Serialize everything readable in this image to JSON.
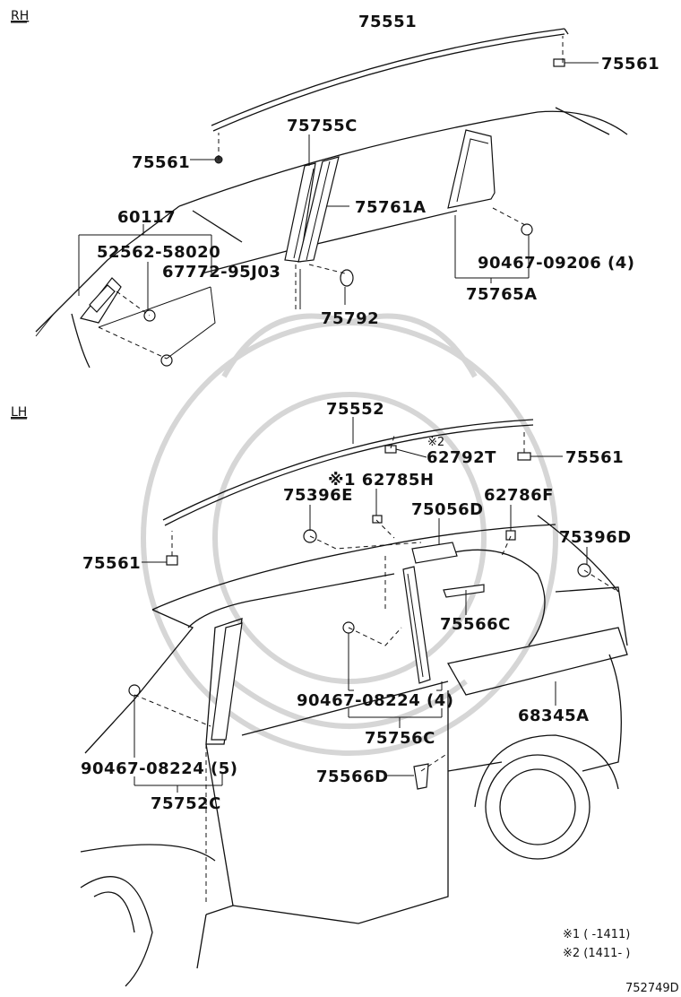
{
  "sections": {
    "rh": "RH",
    "lh": "LH"
  },
  "rh_labels": {
    "p75551": "75551",
    "p75561_top": "75561",
    "p75561_left": "75561",
    "p75755C": "75755C",
    "p75761A": "75761A",
    "p60117": "60117",
    "p52562": "52562-58020",
    "p67772": "67772-95J03",
    "p90467_09206": "90467-09206 (4)",
    "p75765A": "75765A",
    "p75792": "75792"
  },
  "lh_labels": {
    "p75552": "75552",
    "mark2": "※2",
    "p62792T": "62792T",
    "p75561_right": "75561",
    "p62785H": "※1 62785H",
    "p75396E": "75396E",
    "p75056D": "75056D",
    "p62786F": "62786F",
    "p75396D": "75396D",
    "p75561_left": "75561",
    "p75566C": "75566C",
    "p90467_08224_4": "90467-08224 (4)",
    "p75756C": "75756C",
    "p68345A": "68345A",
    "p90467_08224_5": "90467-08224 (5)",
    "p75752C": "75752C",
    "p75566D": "75566D"
  },
  "footnotes": {
    "note1": "※1 (        -1411)",
    "note2": "※2 (1411-        )"
  },
  "diagram_id": "752749D"
}
